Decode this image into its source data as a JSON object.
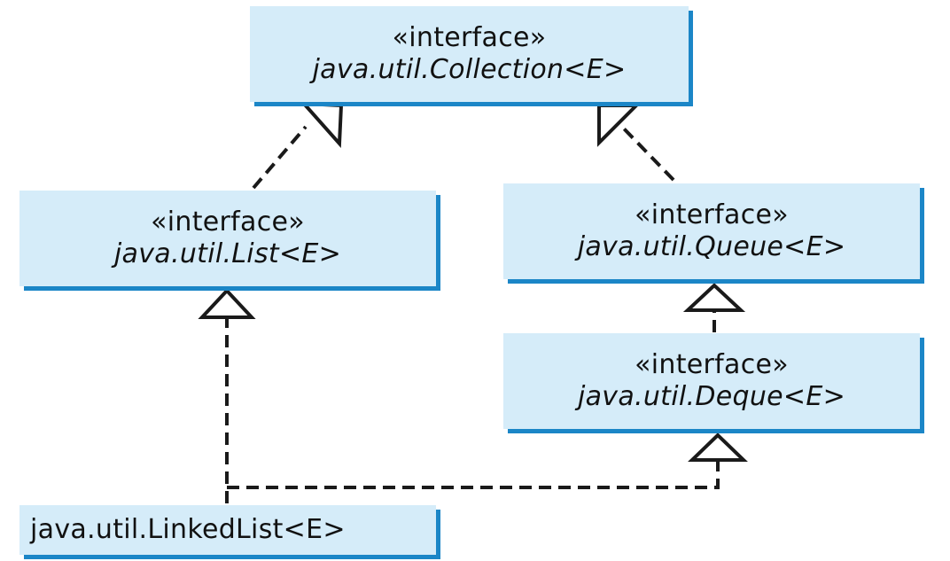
{
  "diagram": {
    "colors": {
      "box_fill": "#d5ecf9",
      "box_shadow": "#1b86c7",
      "line": "#1a1a1a"
    },
    "nodes": {
      "collection": {
        "stereotype": "«interface»",
        "name": "java.util.Collection<E>"
      },
      "list": {
        "stereotype": "«interface»",
        "name": "java.util.List<E>"
      },
      "queue": {
        "stereotype": "«interface»",
        "name": "java.util.Queue<E>"
      },
      "deque": {
        "stereotype": "«interface»",
        "name": "java.util.Deque<E>"
      },
      "linkedlist": {
        "name": "java.util.LinkedList<E>"
      }
    },
    "edges": [
      {
        "from": "list",
        "to": "collection",
        "kind": "realization"
      },
      {
        "from": "queue",
        "to": "collection",
        "kind": "realization"
      },
      {
        "from": "deque",
        "to": "queue",
        "kind": "realization"
      },
      {
        "from": "linkedlist",
        "to": "list",
        "kind": "realization"
      },
      {
        "from": "linkedlist",
        "to": "deque",
        "kind": "realization"
      }
    ]
  }
}
